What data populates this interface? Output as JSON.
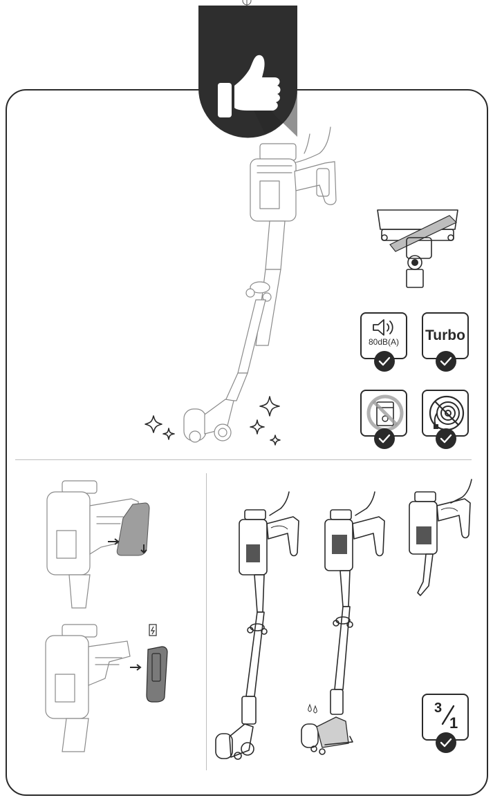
{
  "badges": {
    "noise_value": "80dB(A)",
    "turbo_label": "Turbo",
    "fraction_numerator": "3",
    "fraction_denominator": "1"
  },
  "icons": {
    "header": "thumbs-up-icon",
    "speaker": "speaker-icon",
    "check": "check-icon",
    "dust_bag_crossed": "no-dust-bag-icon",
    "cord_crossed": "no-cord-icon",
    "sparkle": "sparkle-icon",
    "arrow": "arrow-right-icon",
    "charging": "charging-icon"
  },
  "colors": {
    "dark": "#2a2a2a",
    "stroke": "#8a8a8a",
    "divider": "#bdbdbd",
    "no_circle": "#9e9e9e"
  }
}
